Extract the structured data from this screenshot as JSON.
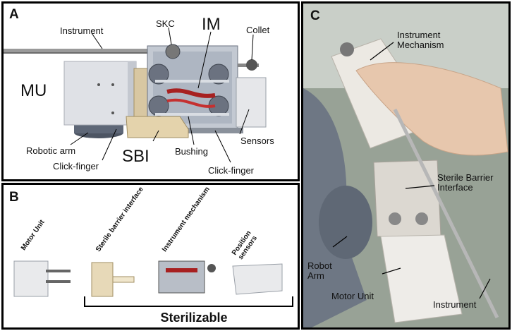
{
  "panel_a": {
    "letter": "A",
    "labels": {
      "instrument": "Instrument",
      "skc": "SKC",
      "im": "IM",
      "collet": "Collet",
      "mu": "MU",
      "sensors": "Sensors",
      "robotic_arm": "Robotic arm",
      "click_finger_left": "Click-finger",
      "sbi": "SBI",
      "bushing": "Bushing",
      "click_finger_right": "Click-finger"
    }
  },
  "panel_b": {
    "letter": "B",
    "items": [
      {
        "label": "Motor Unit"
      },
      {
        "label": "Sterile barrier interface"
      },
      {
        "label": "Instrument mechanism"
      },
      {
        "label": "Position sensors"
      }
    ],
    "sterilizable": "Sterilizable"
  },
  "panel_c": {
    "letter": "C",
    "labels": {
      "instrument_mechanism": "Instrument Mechanism",
      "sterile_barrier_interface": "Sterile Barrier Interface",
      "robot_arm": "Robot Arm",
      "motor_unit": "Motor Unit",
      "instrument": "Instrument"
    }
  }
}
